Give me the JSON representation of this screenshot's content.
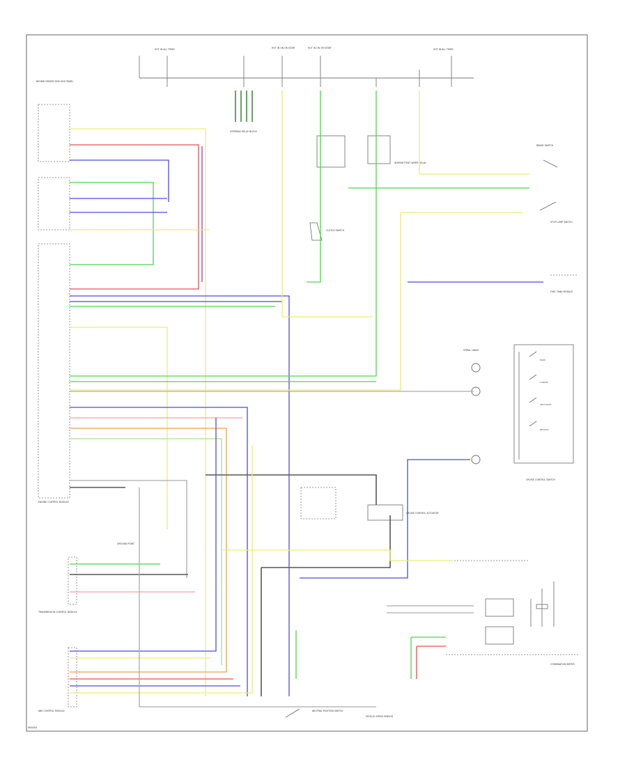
{
  "diagram": {
    "footer_code": "W00004",
    "labels": {
      "fuse_hot_run_left": "HOT IN ALL TIMES",
      "fuse_hot_run_right": "HOT IN ALL TIMES",
      "hot_in_on_1": "HOT IN ON OR START",
      "hot_in_on_2": "HOT IN ON OR START",
      "driver_side_relay": "BEHIND DRIVER SIDE KICK PANEL",
      "steering_relay_block": "STEERING RELAY BLOCK",
      "intermittent_relay": "INTERMITTENT WIPER RELAY",
      "brake_switch": "BRAKE SWITCH",
      "clutch_switch": "CLUTCH SWITCH",
      "stop_lamp_switch": "STOP LAMP SWITCH",
      "fuel_tank_module": "FUEL TANK MODULE",
      "cruise_control_switch": "CRUISE CONTROL SWITCH",
      "spiral_cable": "SPIRAL CABLE",
      "combination_meter": "COMBINATION METER",
      "cruise_actuator": "CRUISE CONTROL ACTUATOR",
      "engine_control_module": "ENGINE CONTROL MODULE",
      "transmission_control": "TRANSMISSION CONTROL MODULE",
      "abs_control_module": "ABS CONTROL MODULE",
      "neutral_switch": "NEUTRAL POSITION SWITCH",
      "vehicle_speed_sensor": "VEHICLE SPEED SENSOR",
      "ground_point": "GROUND POINT",
      "main_switch": "MAIN",
      "set_coast": "SET/COAST",
      "resume_accel": "RES/ACC",
      "cancel": "CANCEL"
    },
    "wire_colors": {
      "yellow": "#ecec7a",
      "green": "#4fd34f",
      "blue": "#4b4bdc",
      "red": "#e05050",
      "pink": "#f0a0a0",
      "purple": "#a040b0",
      "orange": "#e8a050",
      "gray": "#aaaaaa",
      "black": "#555555",
      "light_green": "#a8e08a",
      "light_blue": "#7a9af0"
    }
  }
}
